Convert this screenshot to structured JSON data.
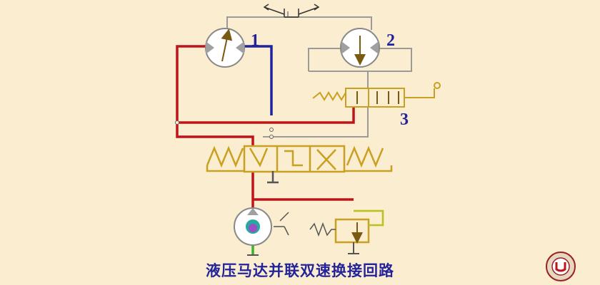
{
  "labels": {
    "motor1": "1",
    "motor2": "2",
    "valve3": "3"
  },
  "caption": "液压马达并联双速换接回路",
  "colors": {
    "background": "#FBEDD0",
    "pressure_line": "#C0141B",
    "return_line": "#1F23A0",
    "suction_line": "#3BB22F",
    "pilot_line": "#9A9A9A",
    "component": "#C9A021",
    "label": "#23239A"
  },
  "icons": {
    "motor1": "hydraulic-motor-bidirectional-icon",
    "motor2": "hydraulic-motor-icon",
    "valve3": "two-position-valve-icon",
    "directional_valve": "three-position-directional-valve-icon",
    "pump": "hydraulic-pump-icon",
    "relief_valve": "relief-valve-icon",
    "logo": "university-seal-icon"
  }
}
